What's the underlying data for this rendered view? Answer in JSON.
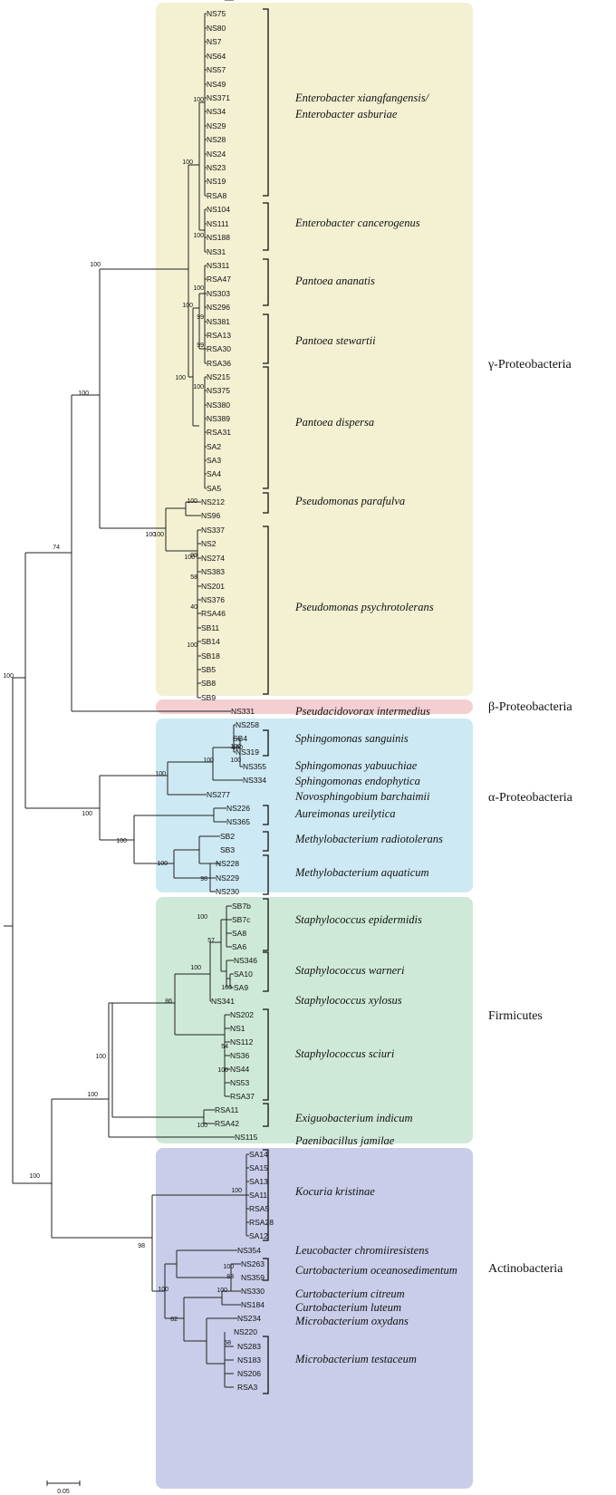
{
  "title": "",
  "panels": [
    {
      "name": "γ-Proteobacteria",
      "color": "#f3f1d2"
    },
    {
      "name": "β-Proteobacteria",
      "color": "#f4cfd1"
    },
    {
      "name": "α-Proteobacteria",
      "color": "#cde9f3"
    },
    {
      "name": "Firmicutes",
      "color": "#cfe9d8"
    },
    {
      "name": "Actinobacteria",
      "color": "#cacde9"
    }
  ],
  "leaves": [
    "NS75",
    "NS80",
    "NS7",
    "NS64",
    "NS57",
    "NS49",
    "NS371",
    "NS34",
    "NS29",
    "NS28",
    "NS24",
    "NS23",
    "NS19",
    "RSA8",
    "NS104",
    "NS111",
    "NS188",
    "NS31",
    "NS311",
    "RSA47",
    "NS303",
    "NS296",
    "NS381",
    "RSA13",
    "RSA30",
    "RSA36",
    "NS215",
    "NS375",
    "NS380",
    "NS389",
    "RSA31",
    "SA2",
    "SA3",
    "SA4",
    "SA5",
    "NS212",
    "NS96",
    "NS337",
    "NS2",
    "NS274",
    "NS383",
    "NS201",
    "NS376",
    "RSA46",
    "SB11",
    "SB14",
    "SB18",
    "SB5",
    "SB8",
    "SB9",
    "NS331",
    "NS258",
    "SB4",
    "NS319",
    "NS355",
    "NS334",
    "NS277",
    "NS226",
    "NS365",
    "SB2",
    "SB3",
    "NS228",
    "NS229",
    "NS230",
    "SB7b",
    "SB7c",
    "SA8",
    "SA6",
    "NS346",
    "SA10",
    "SA9",
    "NS341",
    "NS202",
    "NS1",
    "NS112",
    "NS36",
    "NS44",
    "NS53",
    "RSA37",
    "RSA11",
    "RSA42",
    "NS115",
    "SA14",
    "SA15",
    "SA13",
    "SA11",
    "RSA5",
    "RSA28",
    "SA12",
    "NS354",
    "NS263",
    "NS359",
    "NS330",
    "NS184",
    "NS234",
    "NS220",
    "NS283",
    "NS183",
    "NS206",
    "RSA3"
  ],
  "species": [
    {
      "lines": [
        "Enterobacter xiangfangensis/",
        "Enterobacter asburiae"
      ],
      "bracket": true
    },
    {
      "lines": [
        "Enterobacter cancerogenus"
      ],
      "bracket": true
    },
    {
      "lines": [
        "Pantoea ananatis"
      ],
      "bracket": true
    },
    {
      "lines": [
        "Pantoea stewartii"
      ],
      "bracket": true
    },
    {
      "lines": [
        "Pantoea dispersa"
      ],
      "bracket": true
    },
    {
      "lines": [
        "Pseudomonas parafulva"
      ],
      "bracket": true
    },
    {
      "lines": [
        "Pseudomonas psychrotolerans"
      ],
      "bracket": true
    },
    {
      "lines": [
        "Pseudacidovorax intermedius"
      ],
      "bracket": false
    },
    {
      "lines": [
        "Sphingomonas sanguinis"
      ],
      "bracket": true
    },
    {
      "lines": [
        "Sphingomonas yabuuchiae"
      ],
      "bracket": false
    },
    {
      "lines": [
        "Sphingomonas endophytica"
      ],
      "bracket": false
    },
    {
      "lines": [
        "Novosphingobium barchaimii"
      ],
      "bracket": false
    },
    {
      "lines": [
        "Aureimonas ureilytica"
      ],
      "bracket": true
    },
    {
      "lines": [
        "Methylobacterium radiotolerans"
      ],
      "bracket": true
    },
    {
      "lines": [
        "Methylobacterium aquaticum"
      ],
      "bracket": true
    },
    {
      "lines": [
        "Staphylococcus epidermidis"
      ],
      "bracket": true
    },
    {
      "lines": [
        "Staphylococcus warneri"
      ],
      "bracket": true
    },
    {
      "lines": [
        "Staphylococcus xylosus"
      ],
      "bracket": false
    },
    {
      "lines": [
        "Staphylococcus sciuri"
      ],
      "bracket": true
    },
    {
      "lines": [
        "Exiguobacterium indicum"
      ],
      "bracket": true
    },
    {
      "lines": [
        "Paenibacillus jamilae"
      ],
      "bracket": false
    },
    {
      "lines": [
        "Kocuria kristinae"
      ],
      "bracket": true
    },
    {
      "lines": [
        "Leucobacter chromiiresistens"
      ],
      "bracket": false
    },
    {
      "lines": [
        "Curtobacterium oceanosedimentum"
      ],
      "bracket": true
    },
    {
      "lines": [
        "Curtobacterium citreum"
      ],
      "bracket": false
    },
    {
      "lines": [
        "Curtobacterium luteum"
      ],
      "bracket": false
    },
    {
      "lines": [
        "Microbacterium oxydans"
      ],
      "bracket": false
    },
    {
      "lines": [
        "Microbacterium testaceum"
      ],
      "bracket": true
    }
  ],
  "bootstrap": [
    "100",
    "100",
    "100",
    "100",
    "100",
    "99",
    "100",
    "99",
    "100",
    "100",
    "100",
    "100",
    "100",
    "100",
    "99",
    "58",
    "40",
    "100",
    "100",
    "74",
    "100",
    "100",
    "100",
    "100",
    "100",
    "100",
    "100",
    "100",
    "100",
    "98",
    "100",
    "57",
    "100",
    "100",
    "86",
    "54",
    "100",
    "100",
    "100",
    "100",
    "100",
    "100",
    "98",
    "100",
    "83",
    "100",
    "100",
    "82",
    "58"
  ],
  "scale_bar": {
    "label": "0.05"
  }
}
